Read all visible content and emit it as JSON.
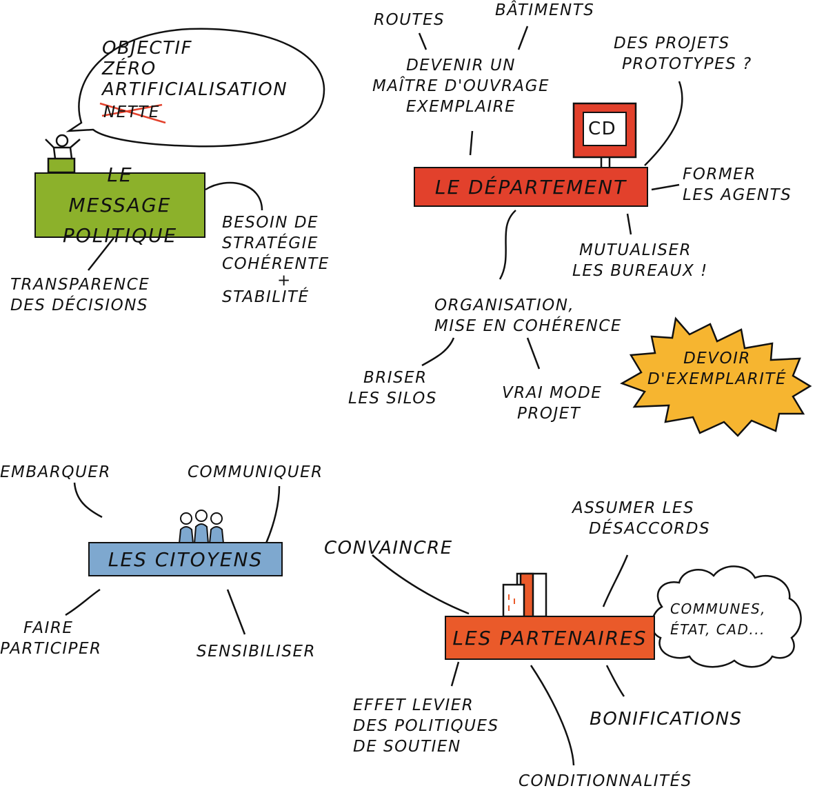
{
  "colors": {
    "green": "#8cb12b",
    "red": "#e2412c",
    "blue": "#7ea8cf",
    "orange": "#ea5a2a",
    "yellow": "#f6b530",
    "ink": "#111111"
  },
  "messages": {
    "title": "LE MESSAGE POLITIQUE",
    "bubble_lines": [
      "OBJECTIF",
      "ZÉRO",
      "ARTIFICIALISATION"
    ],
    "bubble_struck": "NETTE",
    "transparency": [
      "TRANSPARENCE",
      "DES DÉCISIONS"
    ],
    "strategy": [
      "BESOIN DE",
      "STRATÉGIE",
      "COHÉRENTE",
      "+",
      "STABILITÉ"
    ]
  },
  "department": {
    "title": "LE DÉPARTEMENT",
    "screen_label": "CD",
    "routes": "ROUTES",
    "batiments": "BÂTIMENTS",
    "maitre": [
      "DEVENIR UN",
      "MAÎTRE D'OUVRAGE",
      "EXEMPLAIRE"
    ],
    "prototypes": [
      "DES PROJETS",
      "PROTOTYPES ?"
    ],
    "former": [
      "FORMER",
      "LES AGENTS"
    ],
    "mutualiser": [
      "MUTUALISER",
      "LES BUREAUX !"
    ],
    "organisation": [
      "ORGANISATION,",
      "MISE EN COHÉRENCE"
    ],
    "silos": [
      "BRISER",
      "LES SILOS"
    ],
    "projet": [
      "VRAI MODE",
      "PROJET"
    ],
    "devoir": [
      "DEVOIR",
      "D'EXEMPLARITÉ"
    ]
  },
  "citizens": {
    "title": "LES CITOYENS",
    "embarquer": "EMBARQUER",
    "communiquer": "COMMUNIQUER",
    "faire": [
      "FAIRE",
      "PARTICIPER"
    ],
    "sensibiliser": "SENSIBILISER"
  },
  "partners": {
    "title": "LES PARTENAIRES",
    "convaincre": "CONVAINCRE",
    "assumer": [
      "ASSUMER LES",
      "DÉSACCORDS"
    ],
    "cloud": [
      "COMMUNES,",
      "ÉTAT, CAD..."
    ],
    "levier": [
      "EFFET LEVIER",
      "DES POLITIQUES",
      "DE SOUTIEN"
    ],
    "bonifications": "BONIFICATIONS",
    "conditionnalites": "CONDITIONNALITÉS"
  }
}
